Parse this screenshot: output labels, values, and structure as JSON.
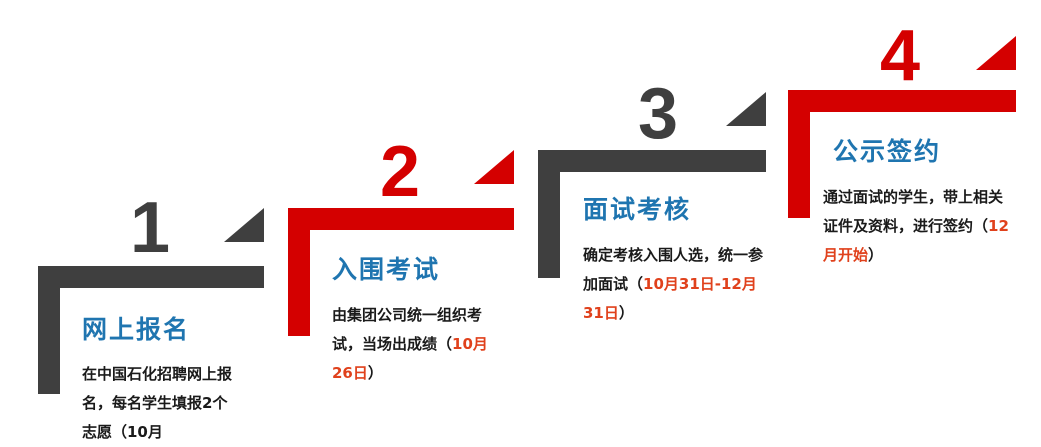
{
  "colors": {
    "dark": "#3f3f3f",
    "red": "#d40000",
    "title_blue": "#1f75b0",
    "highlight": "#e0411c"
  },
  "steps": [
    {
      "number": "1",
      "title": "网上报名",
      "desc_lines": [
        "在中国石化招聘网上报",
        "名，每名学生填报2个"
      ],
      "desc_hidden": "志愿（10月"
    },
    {
      "number": "2",
      "title": "入围考试",
      "desc_pre": "由集团公司统一组织考试，当场出成绩（",
      "desc_hl": "10月26日",
      "desc_post": "）"
    },
    {
      "number": "3",
      "title": "面试考核",
      "desc_pre": "确定考核入围人选，统一参加面试（",
      "desc_hl": "10月31日-12月31日",
      "desc_post": "）"
    },
    {
      "number": "4",
      "title": "公示签约",
      "desc_pre": "通过面试的学生，带上相关证件及资料，进行签约（",
      "desc_hl": "12月开始",
      "desc_post": "）"
    }
  ]
}
